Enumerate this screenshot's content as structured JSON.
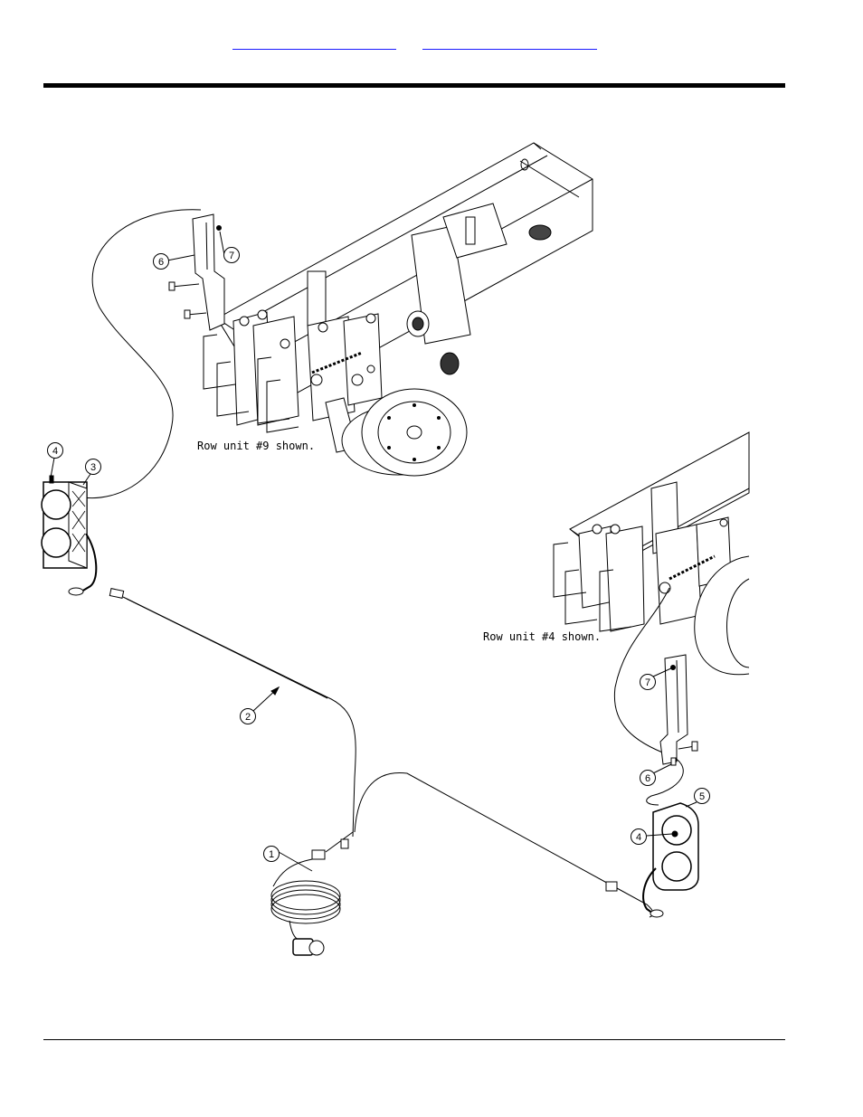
{
  "header": {
    "links": [
      "",
      ""
    ]
  },
  "diagram": {
    "callouts": [
      "1",
      "2",
      "3",
      "4",
      "5",
      "6",
      "7"
    ],
    "notes": {
      "row9": "Row unit #9 shown.",
      "row4": "Row unit #4 shown."
    }
  }
}
